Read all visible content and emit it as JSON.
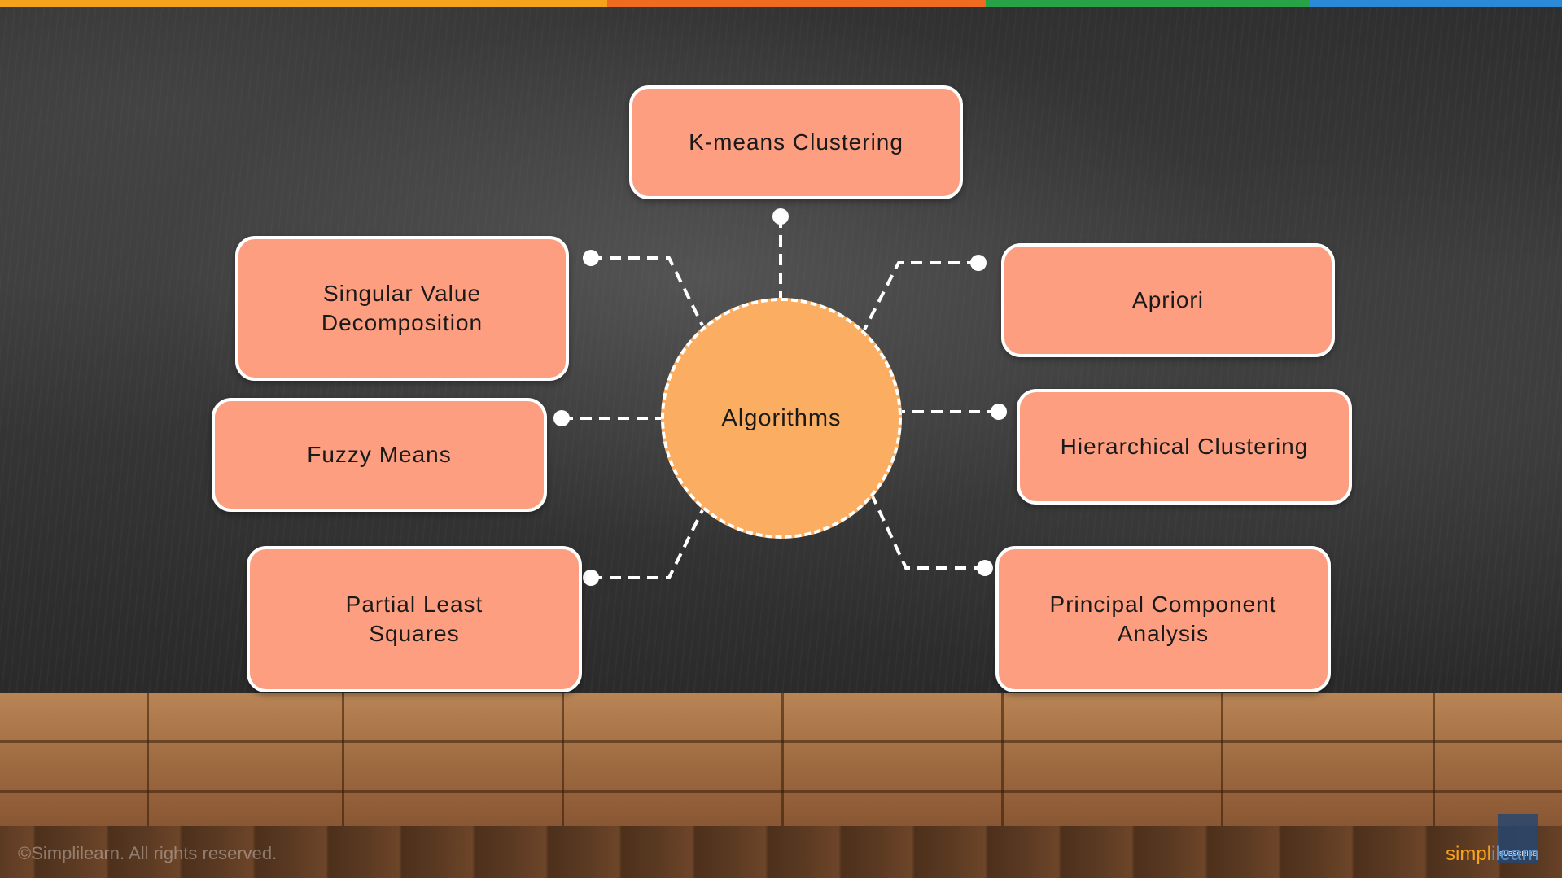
{
  "colors": {
    "node_fill": "#fc9e7f",
    "center_fill": "#fbae62",
    "stripe_yellow": "#f7a21b",
    "stripe_orange": "#ef6b1f",
    "stripe_green": "#27a246",
    "stripe_blue": "#2a8ad8"
  },
  "diagram": {
    "center": "Algorithms",
    "nodes": {
      "kmeans": "K-means Clustering",
      "svd": "Singular Value\nDecomposition",
      "apriori": "Apriori",
      "fuzzy": "Fuzzy Means",
      "hierarchical": "Hierarchical Clustering",
      "pls": "Partial Least\nSquares",
      "pca": "Principal Component\nAnalysis"
    }
  },
  "footer": {
    "copyright": "©Simplilearn. All rights reserved.",
    "logo_main": "simpl",
    "logo_accent": "ilearn",
    "subscribe": "SUBSCRIBE"
  }
}
